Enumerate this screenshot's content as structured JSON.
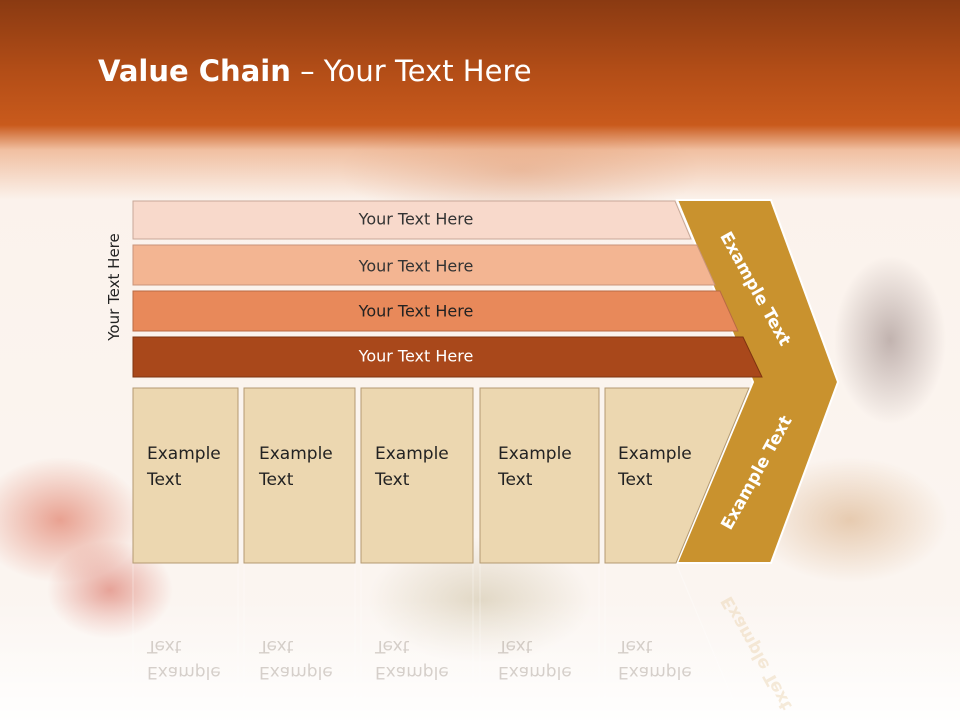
{
  "slide": {
    "title_bold": "Value Chain",
    "title_rest": " – Your Text Here",
    "side_label": "Your Text Here"
  },
  "bands": [
    {
      "label": "Your Text Here",
      "color": "#f8d9cb",
      "text_color": "#333333"
    },
    {
      "label": "Your Text Here",
      "color": "#f3b592",
      "text_color": "#333333"
    },
    {
      "label": "Your Text Here",
      "color": "#e8895a",
      "text_color": "#222222"
    },
    {
      "label": "Your Text Here",
      "color": "#a9481b",
      "text_color": "#ffffff"
    }
  ],
  "boxes": [
    {
      "line1": "Example",
      "line2": "Text"
    },
    {
      "line1": "Example",
      "line2": "Text"
    },
    {
      "line1": "Example",
      "line2": "Text"
    },
    {
      "line1": "Example",
      "line2": "Text"
    },
    {
      "line1": "Example",
      "line2": "Text"
    }
  ],
  "arrow": {
    "upper_label": "Example Text",
    "lower_label": "Example Text",
    "color": "#c9922e"
  },
  "colors": {
    "box_fill": "#ecd7b0",
    "box_stroke": "#b49a72"
  }
}
